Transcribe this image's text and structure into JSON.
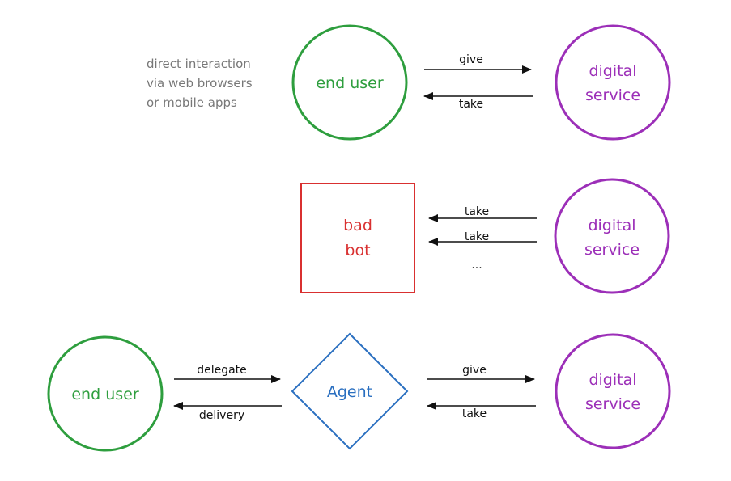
{
  "colors": {
    "user": "#2e9e3e",
    "service": "#9c2fb8",
    "bot": "#d93030",
    "agent": "#2a6fc0",
    "arrow": "#111111",
    "note": "#777777"
  },
  "note": {
    "line1": "direct interaction",
    "line2": "via web browsers",
    "line3": "or mobile apps"
  },
  "row1": {
    "user_label": "end user",
    "service_line1": "digital",
    "service_line2": "service",
    "give": "give",
    "take": "take"
  },
  "row2": {
    "bot_line1": "bad",
    "bot_line2": "bot",
    "service_line1": "digital",
    "service_line2": "service",
    "take1": "take",
    "take2": "take",
    "ellipsis": "..."
  },
  "row3": {
    "user_label": "end user",
    "delegate": "delegate",
    "delivery": "delivery",
    "agent_label": "Agent",
    "give": "give",
    "take": "take",
    "service_line1": "digital",
    "service_line2": "service"
  }
}
